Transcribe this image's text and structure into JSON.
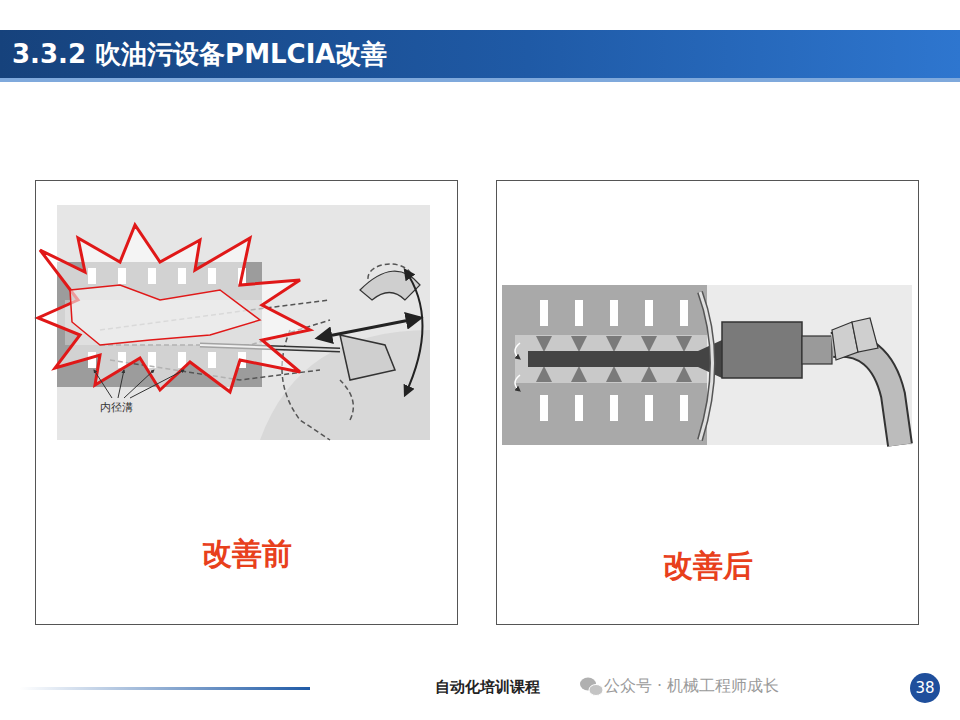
{
  "diagram": {
    "title": "3.3.2 吹油污设备PMLCIA改善",
    "nodes": [
      {
        "text": [
          "改善前"
        ]
      },
      {
        "text": [
          "改善后"
        ]
      }
    ],
    "labels": [
      "内径溝",
      "自动化培训课程",
      "公众号 · 机械工程师成长",
      "38"
    ]
  }
}
